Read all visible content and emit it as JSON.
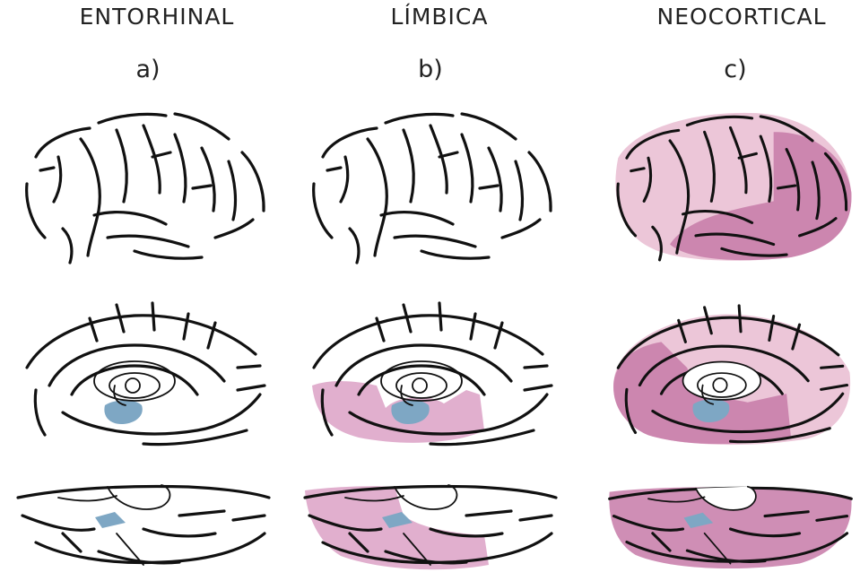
{
  "stages": [
    {
      "title": "ENTORHINAL",
      "letter": "a)"
    },
    {
      "title": "LÍMBICA",
      "letter": "b)"
    },
    {
      "title": "NEOCORTICAL",
      "letter": "c)"
    }
  ],
  "colors": {
    "entorhinal_blue": "#7ea7c4",
    "limbic_pink": "#d99bc2",
    "neocortical_light": "#ecc6d8",
    "neocortical_dark": "#c77aa8",
    "outline": "#111111"
  }
}
